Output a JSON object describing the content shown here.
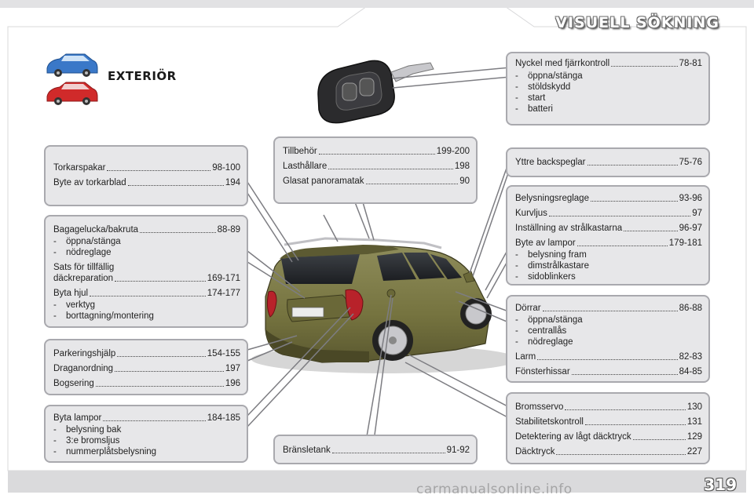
{
  "header": {
    "title": "VISUELL SÖKNING",
    "section": "EXTERIÖR"
  },
  "page_number": "319",
  "watermark": "carmanualsonline.info",
  "boxes": {
    "key": {
      "entries": [
        {
          "label": "Nyckel med fjärrkontroll",
          "page": "78-81"
        }
      ],
      "subs": [
        "öppna/stänga",
        "stöldskydd",
        "start",
        "batteri"
      ]
    },
    "wipers": {
      "entries": [
        {
          "label": "Torkarspakar",
          "page": "98-100"
        },
        {
          "label": "Byte av torkarblad",
          "page": "194"
        }
      ]
    },
    "accessories": {
      "entries": [
        {
          "label": "Tillbehör",
          "page": "199-200"
        },
        {
          "label": "Lasthållare",
          "page": "198"
        },
        {
          "label": "Glasat panoramatak",
          "page": "90"
        }
      ]
    },
    "mirrors": {
      "entries": [
        {
          "label": "Yttre backspeglar",
          "page": "75-76"
        }
      ]
    },
    "boot": {
      "entry1": {
        "label": "Bagagelucka/bakruta",
        "page": "88-89"
      },
      "subs1": [
        "öppna/stänga",
        "nödreglage"
      ],
      "entry2": {
        "line1": "Sats för tillfällig",
        "label": "däckreparation",
        "page": "169-171"
      },
      "entry3": {
        "label": "Byta hjul",
        "page": "174-177"
      },
      "subs3": [
        "verktyg",
        "borttagning/montering"
      ]
    },
    "lighting": {
      "entries": [
        {
          "label": "Belysningsreglage",
          "page": "93-96"
        },
        {
          "label": "Kurvljus",
          "page": "97"
        },
        {
          "label": "Inställning av strålkastarna",
          "page": "96-97"
        },
        {
          "label": "Byte av lampor",
          "page": "179-181"
        }
      ],
      "subs": [
        "belysning fram",
        "dimstrålkastare",
        "sidoblinkers"
      ]
    },
    "parking": {
      "entries": [
        {
          "label": "Parkeringshjälp",
          "page": "154-155"
        },
        {
          "label": "Draganordning",
          "page": "197"
        },
        {
          "label": "Bogsering",
          "page": "196"
        }
      ]
    },
    "doors": {
      "entry1": {
        "label": "Dörrar",
        "page": "86-88"
      },
      "subs1": [
        "öppna/stänga",
        "centrallås",
        "nödreglage"
      ],
      "entries": [
        {
          "label": "Larm",
          "page": "82-83"
        },
        {
          "label": "Fönsterhissar",
          "page": "84-85"
        }
      ]
    },
    "rear_lamps": {
      "entry1": {
        "label": "Byta lampor",
        "page": "184-185"
      },
      "subs1": [
        "belysning bak",
        "3:e bromsljus",
        "nummerplåtsbelysning"
      ]
    },
    "fuel": {
      "entries": [
        {
          "label": "Bränsletank",
          "page": "91-92"
        }
      ]
    },
    "brakes": {
      "entries": [
        {
          "label": "Bromsservo",
          "page": "130"
        },
        {
          "label": "Stabilitetskontroll",
          "page": "131"
        },
        {
          "label": "Detektering av lågt däcktryck",
          "page": "129"
        },
        {
          "label": "Däcktryck",
          "page": "227"
        }
      ]
    }
  },
  "colors": {
    "box_bg": "#e7e7e9",
    "box_border": "#a9a9ae",
    "car_body": "#7d7b4c",
    "thumb_blue": "#3a78c8",
    "thumb_red": "#d02a2a"
  }
}
